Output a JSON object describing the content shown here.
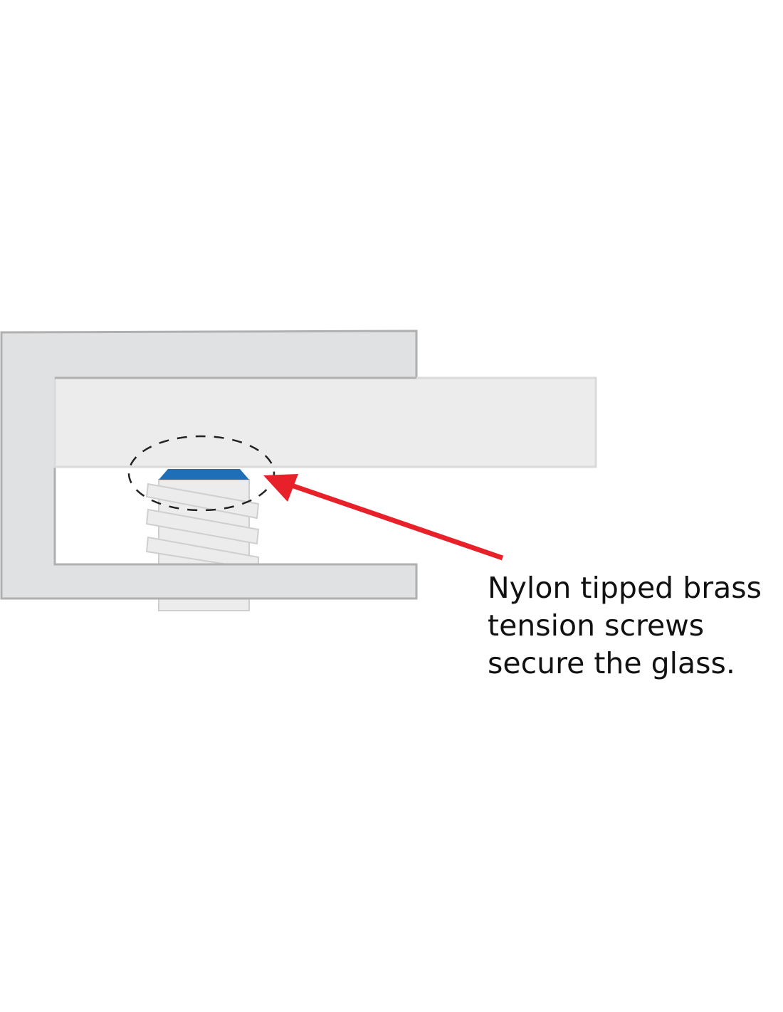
{
  "caption": {
    "lines": [
      "Nylon tipped brass",
      "tension screws",
      "secure the glass."
    ]
  },
  "colors": {
    "bracket": "#e0e1e3",
    "bracket_stroke": "#b0b0b0",
    "glass": "#ebeceb",
    "screw": "#ececec",
    "nylon_tip": "#1f6fb8",
    "arrow": "#e8202a"
  }
}
